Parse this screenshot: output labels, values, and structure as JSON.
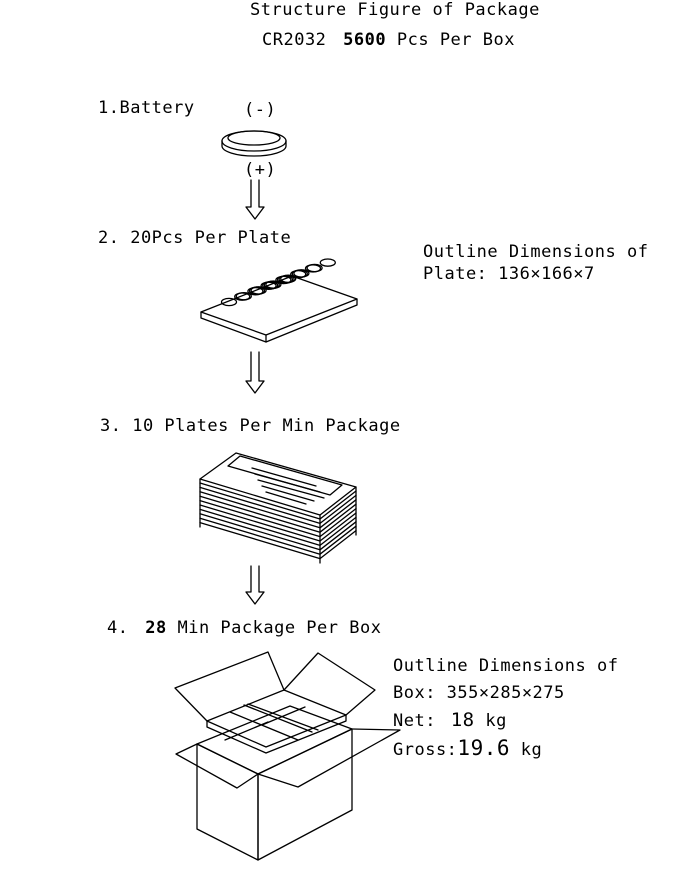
{
  "header": {
    "title": "Structure Figure of Package",
    "model": "CR2032",
    "qty": "5600",
    "qty_suffix": "Pcs Per Box"
  },
  "step1": {
    "label": "1.Battery",
    "neg": "(-)",
    "pos": "(+)"
  },
  "step2": {
    "label": "2. 20Pcs Per Plate",
    "dims_line1": "Outline Dimensions of",
    "dims_line2": "Plate: 136×166×7"
  },
  "step3": {
    "label": "3. 10 Plates Per Min Package"
  },
  "step4": {
    "num": "4.",
    "qty": "28",
    "text": "Min Package Per Box",
    "dims_line1": "Outline Dimensions of",
    "dims_line2": "Box: 355×285×275",
    "net_label": "Net:",
    "net_value": "18",
    "net_unit": "kg",
    "gross_label": "Gross:",
    "gross_value": "19.6",
    "gross_unit": "kg"
  },
  "icons": {
    "battery": "coin-battery-icon",
    "arrow": "down-arrow-icon",
    "plate": "tray-plate-icon",
    "stack": "stacked-plates-icon",
    "box": "open-box-icon"
  }
}
